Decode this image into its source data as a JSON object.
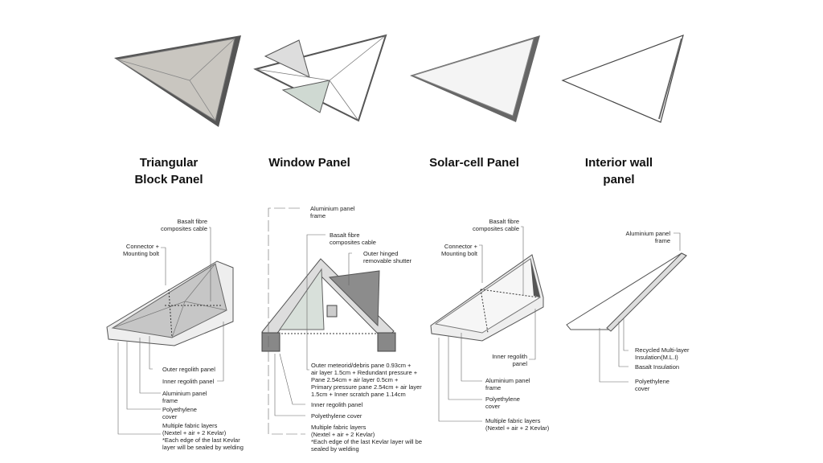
{
  "titles": [
    {
      "line1": "Triangular",
      "line2": "Block Panel"
    },
    {
      "line1": "Window Panel",
      "line2": ""
    },
    {
      "line1": "Solar-cell Panel",
      "line2": ""
    },
    {
      "line1": "Interior wall",
      "line2": "panel"
    }
  ],
  "block_panel": {
    "basalt": "Basalt fibre\ncomposites cable",
    "connector": "Connector +\nMounting bolt",
    "outer_regolith": "Outer regolith panel",
    "inner_regolith": "Inner regolith panel",
    "aluminium": "Aluminium panel\nframe",
    "polyethylene": "Polyethylene\ncover",
    "fabric": "Multiple fabric layers\n(Nextel + air + 2 Kevlar)\n*Each edge of the last Kevlar\nlayer will be sealed by welding"
  },
  "window_panel": {
    "aluminium": "Aluminium panel\nframe",
    "basalt": "Basalt fibre\ncomposites cable",
    "shutter": "Outer hinged\nremovable shutter",
    "panes": "Outer meteorid/debris pane 0.93cm +\nair layer 1.5cm + Redundant pressure +\nPane 2.54cm + air layer 0.5cm +\nPrimary pressure pane 2.54cm + air layer\n1.5cm + Inner scratch pane 1.14cm",
    "inner_regolith": "Inner regolith panel",
    "polyethylene": "Polyethylene cover",
    "fabric": "Multiple fabric layers\n(Nextel + air + 2 Kevlar)\n*Each edge of the last Kevlar layer will be\nsealed by welding"
  },
  "solar_panel": {
    "basalt": "Basalt fibre\ncomposites cable",
    "connector": "Connector +\nMounting bolt",
    "inner_regolith": "Inner regolith\npanel",
    "aluminium": "Aluminium panel\nframe",
    "polyethylene": "Polyethylene\ncover",
    "fabric": "Multiple fabric layers\n(Nextel + air + 2 Kevlar)"
  },
  "interior_panel": {
    "aluminium": "Aluminium panel\nframe",
    "mli": "Recycled Multi-layer\nInsulation(M.L.I)",
    "basalt": "Basalt Insulation",
    "polyethylene": "Polyethylene\ncover"
  }
}
